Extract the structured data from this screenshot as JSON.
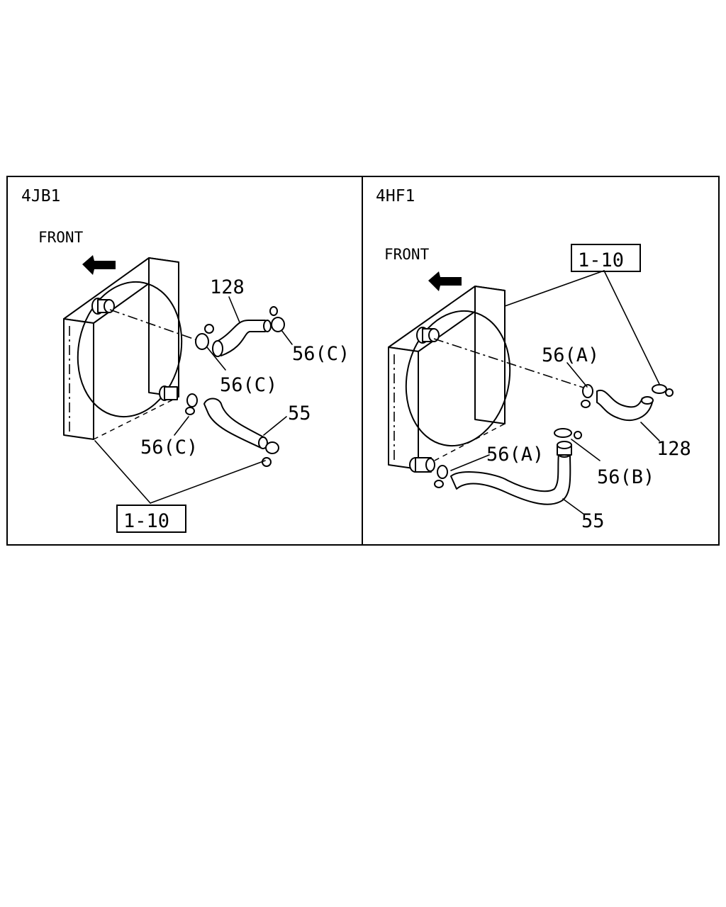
{
  "left_panel": {
    "engine": "4JB1",
    "front": "FRONT",
    "labels": {
      "hose_upper": "128",
      "clamp_upper_right": "56(C)",
      "clamp_upper_left": "56(C)",
      "hose_lower": "55",
      "clamp_lower": "56(C)",
      "ref_box": "1-10"
    }
  },
  "right_panel": {
    "engine": "4HF1",
    "front": "FRONT",
    "labels": {
      "ref_box": "1-10",
      "clamp_upper": "56(A)",
      "hose_upper": "128",
      "clamp_lower_left": "56(A)",
      "clamp_lower_right": "56(B)",
      "hose_lower": "55"
    }
  }
}
